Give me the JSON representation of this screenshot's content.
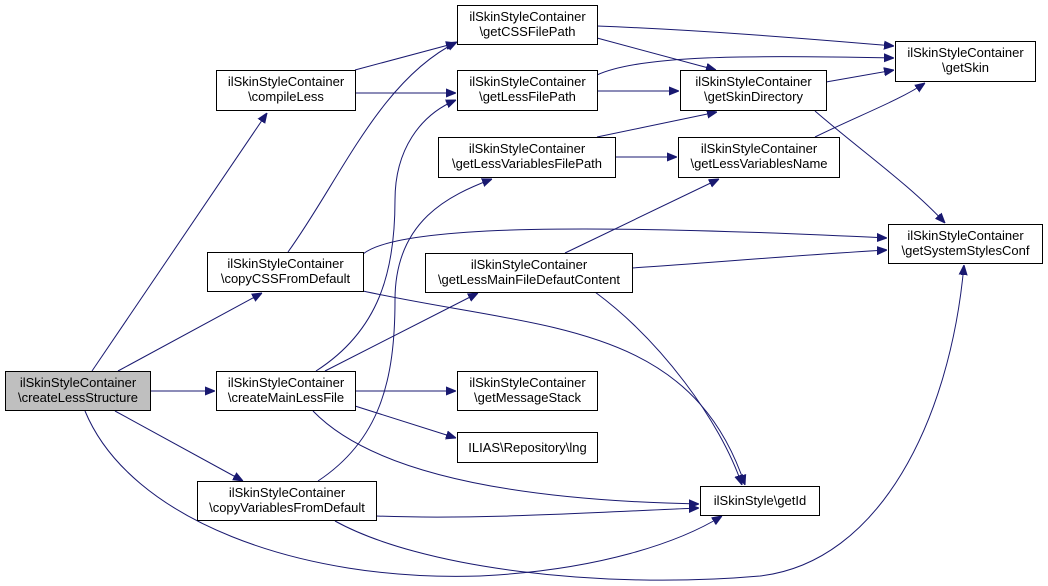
{
  "nodes": {
    "createLessStructure": {
      "line1": "ilSkinStyleContainer",
      "line2": "\\createLessStructure"
    },
    "compileLess": {
      "line1": "ilSkinStyleContainer",
      "line2": "\\compileLess"
    },
    "copyCSSFromDefault": {
      "line1": "ilSkinStyleContainer",
      "line2": "\\copyCSSFromDefault"
    },
    "createMainLessFile": {
      "line1": "ilSkinStyleContainer",
      "line2": "\\createMainLessFile"
    },
    "copyVariablesFromDefault": {
      "line1": "ilSkinStyleContainer",
      "line2": "\\copyVariablesFromDefault"
    },
    "getCSSFilePath": {
      "line1": "ilSkinStyleContainer",
      "line2": "\\getCSSFilePath"
    },
    "getLessFilePath": {
      "line1": "ilSkinStyleContainer",
      "line2": "\\getLessFilePath"
    },
    "getLessVariablesFilePath": {
      "line1": "ilSkinStyleContainer",
      "line2": "\\getLessVariablesFilePath"
    },
    "getLessMainFileDefautContent": {
      "line1": "ilSkinStyleContainer",
      "line2": "\\getLessMainFileDefautContent"
    },
    "getMessageStack": {
      "line1": "ilSkinStyleContainer",
      "line2": "\\getMessageStack"
    },
    "lng": {
      "line1": "ILIAS\\Repository\\lng"
    },
    "getSkinDirectory": {
      "line1": "ilSkinStyleContainer",
      "line2": "\\getSkinDirectory"
    },
    "getLessVariablesName": {
      "line1": "ilSkinStyleContainer",
      "line2": "\\getLessVariablesName"
    },
    "getId": {
      "line1": "ilSkinStyle\\getId"
    },
    "getSkin": {
      "line1": "ilSkinStyleContainer",
      "line2": "\\getSkin"
    },
    "getSystemStylesConf": {
      "line1": "ilSkinStyleContainer",
      "line2": "\\getSystemStylesConf"
    }
  },
  "colors": {
    "edge": "#191970",
    "node_border": "#000000",
    "node_fill": "#ffffff",
    "root_fill": "#bfbfbf",
    "text": "#000000"
  }
}
